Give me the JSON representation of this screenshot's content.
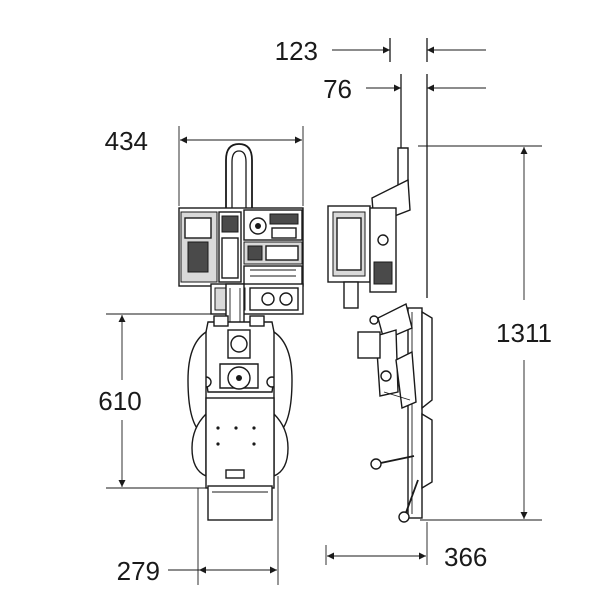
{
  "dimensions": {
    "top_offset_a": "123",
    "top_offset_b": "76",
    "head_width": "434",
    "overall_height": "1311",
    "lower_height": "610",
    "base_width": "279",
    "side_depth": "366"
  }
}
